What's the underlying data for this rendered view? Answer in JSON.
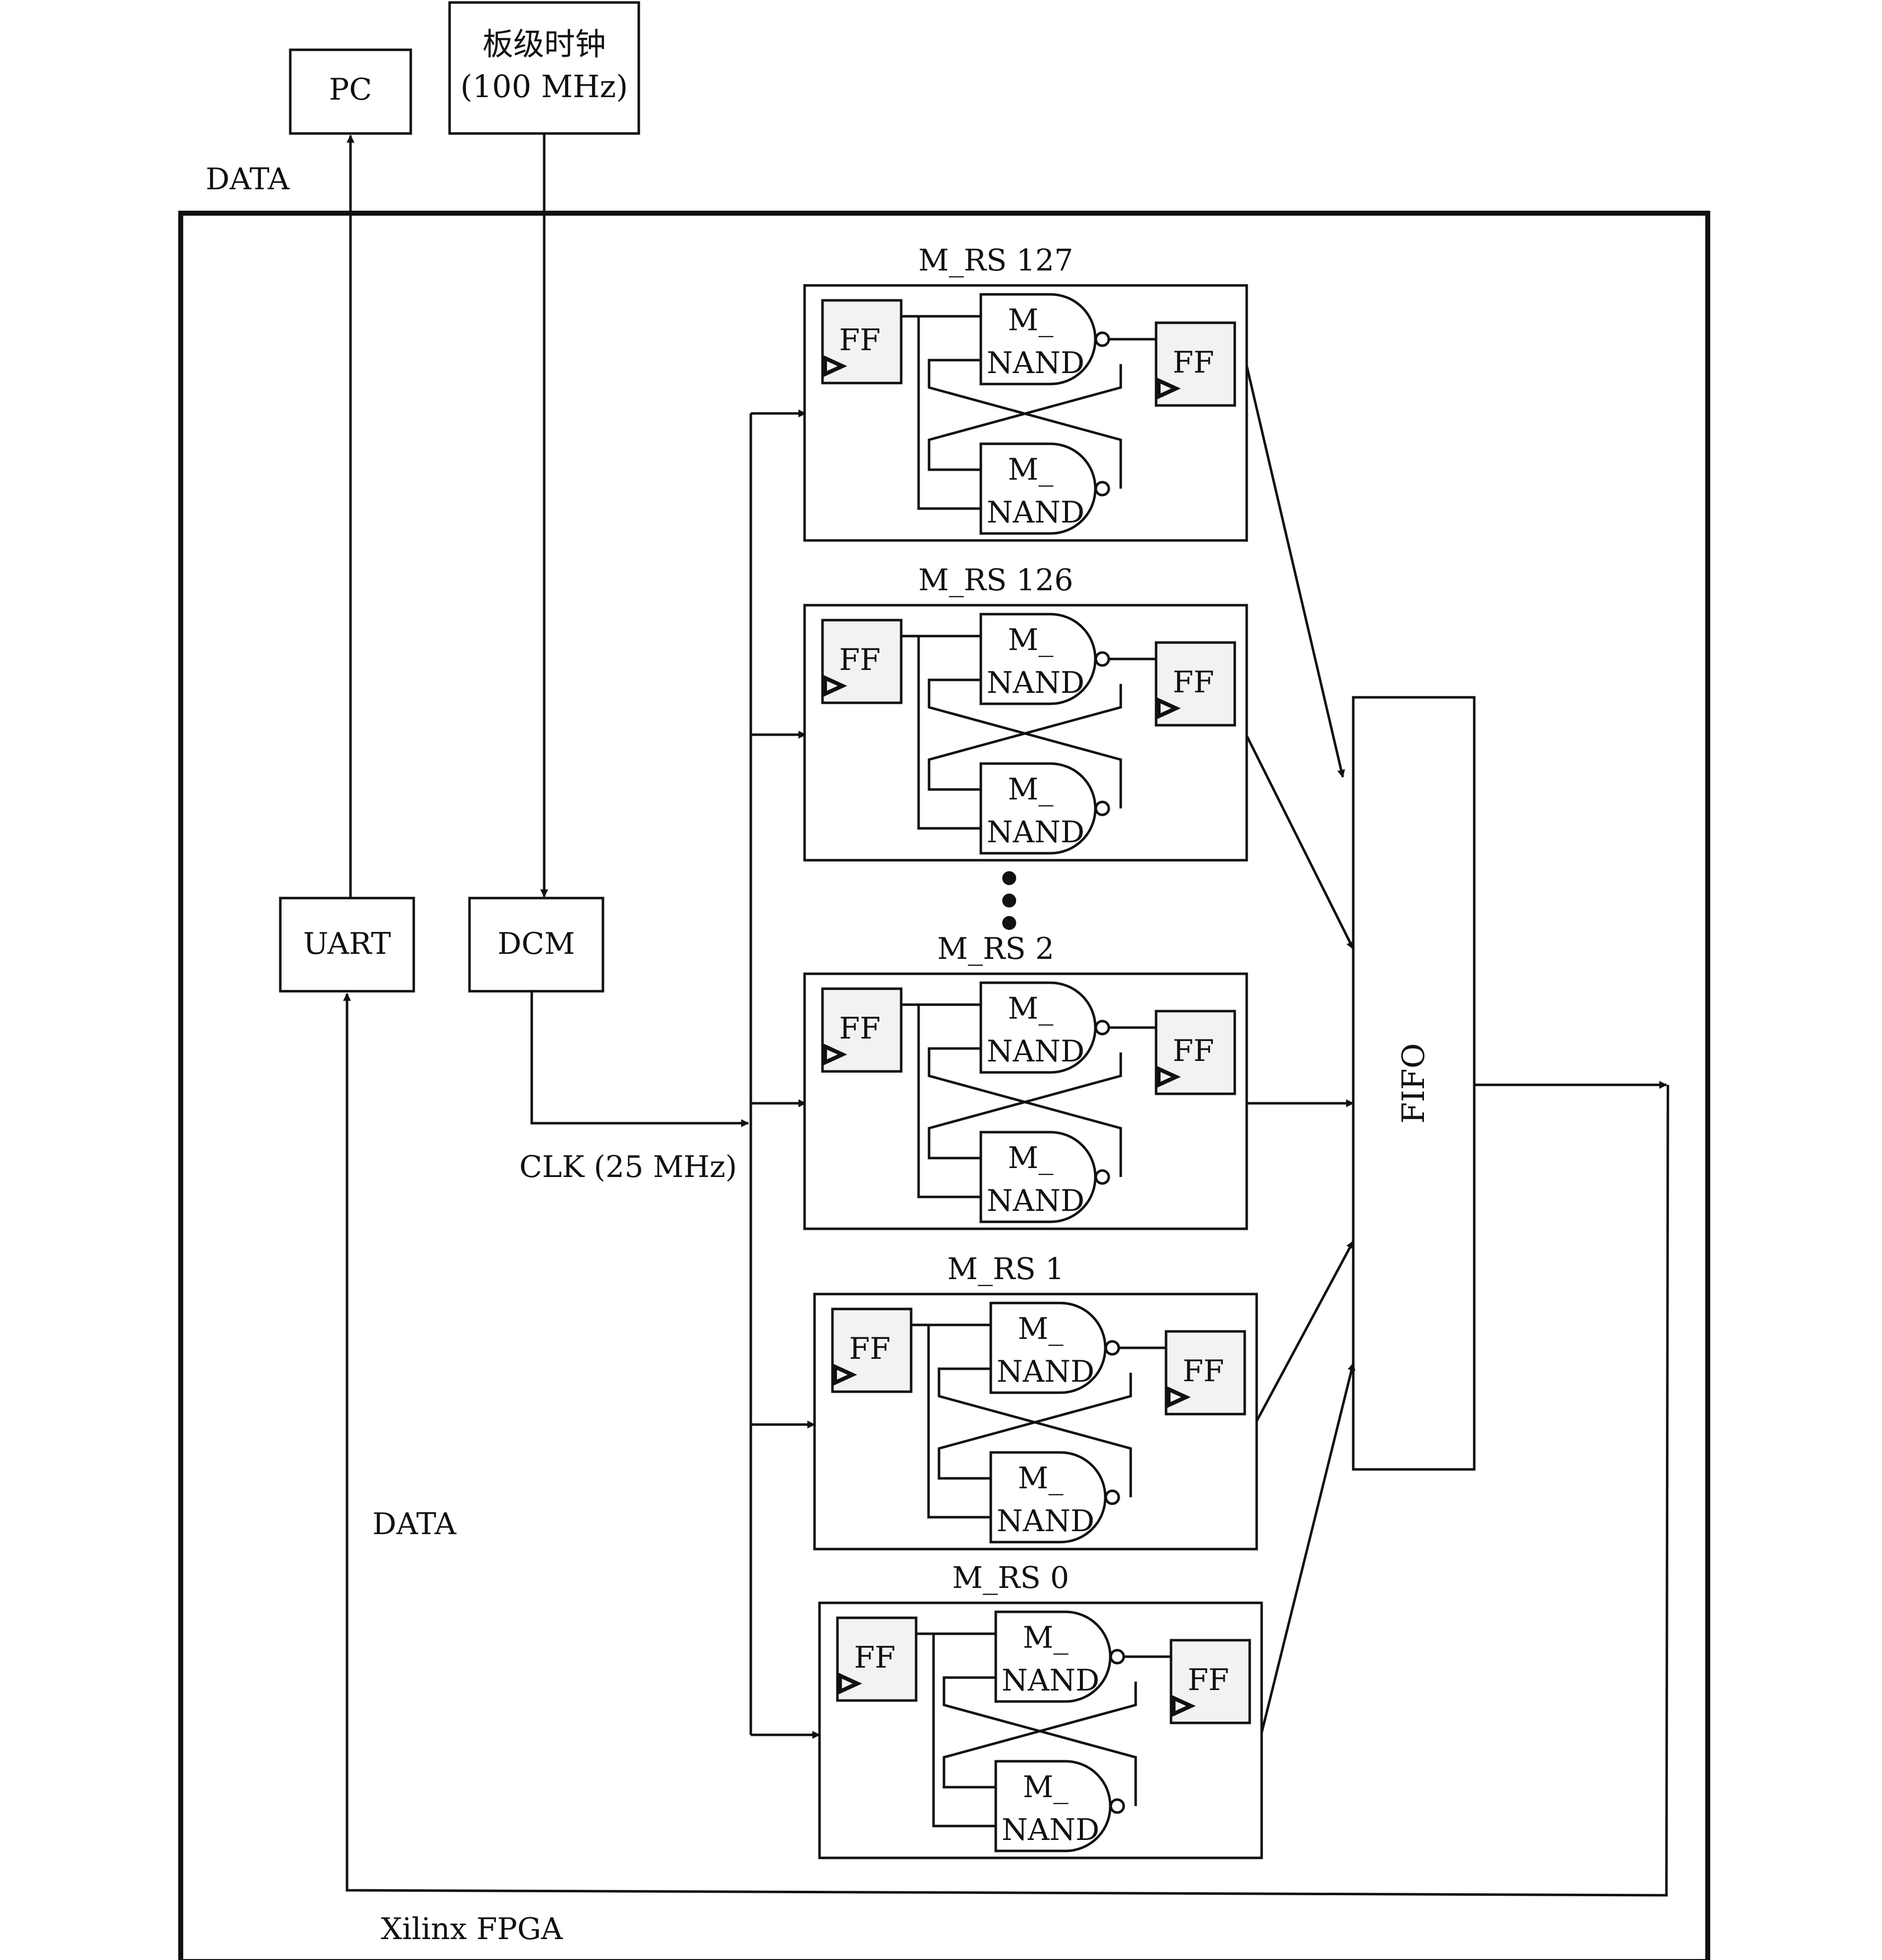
{
  "labels": {
    "pc": "PC",
    "clock_line1": "板级时钟",
    "clock_line2": "(100 MHz)",
    "data_top": "DATA",
    "data_bottom": "DATA",
    "uart": "UART",
    "dcm": "DCM",
    "clk": "CLK (25 MHz)",
    "fifo": "FIFO",
    "fpga": "Xilinx FPGA",
    "ellipsis": "⋮"
  },
  "rs_modules": [
    {
      "title": "M_RS 127",
      "ff_in": "FF",
      "ff_out": "FF",
      "nand_top_1": "M_",
      "nand_top_2": "NAND",
      "nand_bot_1": "M_",
      "nand_bot_2": "NAND"
    },
    {
      "title": "M_RS 126",
      "ff_in": "FF",
      "ff_out": "FF",
      "nand_top_1": "M_",
      "nand_top_2": "NAND",
      "nand_bot_1": "M_",
      "nand_bot_2": "NAND"
    },
    {
      "title": "M_RS 2",
      "ff_in": "FF",
      "ff_out": "FF",
      "nand_top_1": "M_",
      "nand_top_2": "NAND",
      "nand_bot_1": "M_",
      "nand_bot_2": "NAND"
    },
    {
      "title": "M_RS 1",
      "ff_in": "FF",
      "ff_out": "FF",
      "nand_top_1": "M_",
      "nand_top_2": "NAND",
      "nand_bot_1": "M_",
      "nand_bot_2": "NAND"
    },
    {
      "title": "M_RS 0",
      "ff_in": "FF",
      "ff_out": "FF",
      "nand_top_1": "M_",
      "nand_top_2": "NAND",
      "nand_bot_1": "M_",
      "nand_bot_2": "NAND"
    }
  ],
  "colors": {
    "line": "#111111",
    "ff_fill": "#f2f2f2",
    "box_fill": "#ffffff"
  }
}
